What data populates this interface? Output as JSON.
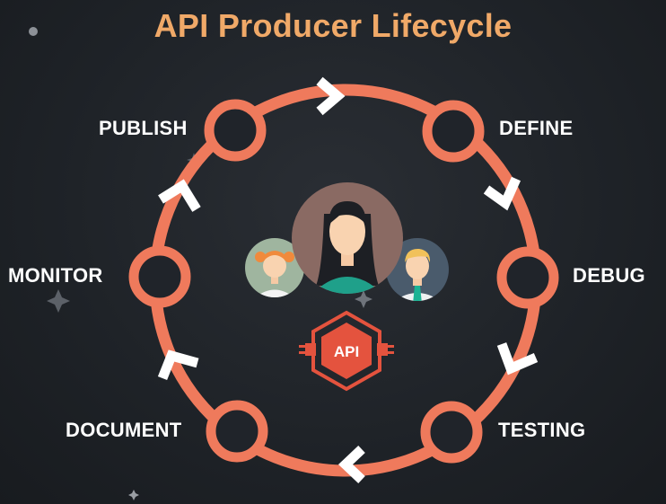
{
  "title": "API Producer Lifecycle",
  "stages": [
    {
      "label": "DEFINE"
    },
    {
      "label": "DEBUG"
    },
    {
      "label": "TESTING"
    },
    {
      "label": "DOCUMENT"
    },
    {
      "label": "MONITOR"
    },
    {
      "label": "PUBLISH"
    }
  ],
  "center": {
    "badge_text": "API",
    "people": [
      "girl-avatar",
      "woman-avatar",
      "man-avatar"
    ]
  },
  "colors": {
    "ring": "#ef7a5c",
    "title": "#f0a968",
    "arrow": "#ffffff",
    "background": "#1e2227"
  }
}
